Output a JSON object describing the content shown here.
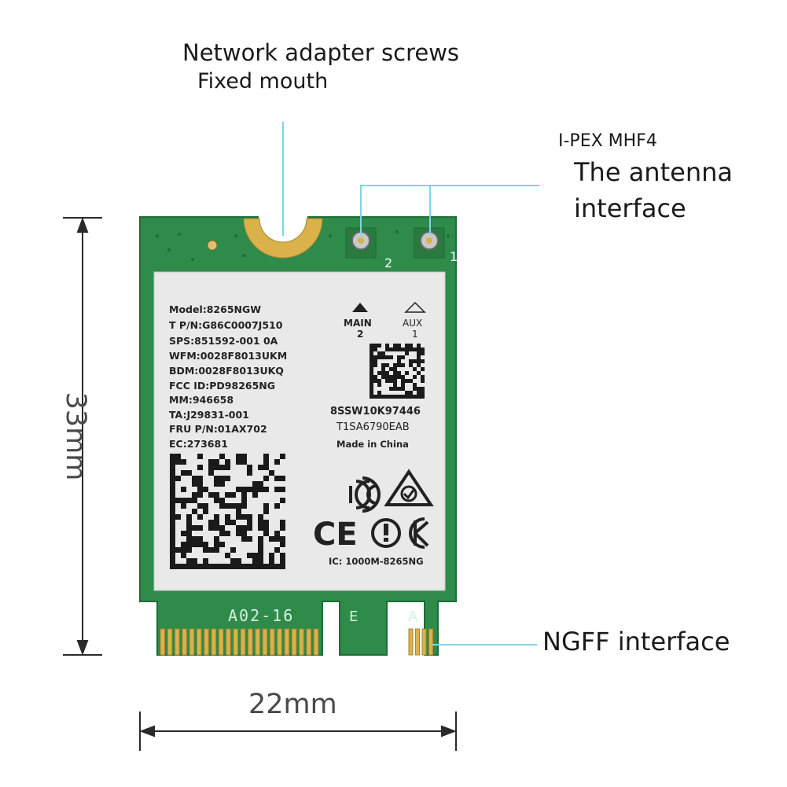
{
  "callouts": {
    "screw_line1": "Network adapter screws",
    "screw_line2": "Fixed mouth",
    "ipex": "I-PEX MHF4",
    "antenna_line1": "The antenna",
    "antenna_line2": "interface",
    "ngff": "NGFF interface"
  },
  "dimensions": {
    "width": "22mm",
    "height": "33mm"
  },
  "card": {
    "pcb_text": "A02-16",
    "key_e": "E",
    "key_a": "A",
    "connector_2": "2",
    "connector_1": "1"
  },
  "label": {
    "lines": [
      "Model:8265NGW",
      "T P/N:G86C0007J510",
      "SPS:851592-001  0A",
      "WFM:0028F8013UKM",
      "BDM:0028F8013UKQ",
      "FCC ID:PD98265NG",
      "MM:946658",
      "TA:J29831-001",
      "FRU P/N:01AX702",
      "EC:273681"
    ],
    "main": "MAIN",
    "main_num": "2",
    "aux": "AUX",
    "aux_num": "1",
    "serial1": "8SSW10K97446",
    "serial2": "T1SA6790EAB",
    "made_in": "Made in China",
    "ic": "IC: 1000M-8265NG",
    "ce": "CE"
  },
  "colors": {
    "pcb": "#2e8b4a",
    "pcb_dark": "#1f6b37",
    "gold": "#d9b24a",
    "leader": "#7fd4e8",
    "label_bg": "#e9e9e9",
    "dim_line": "#2a2a2a"
  }
}
